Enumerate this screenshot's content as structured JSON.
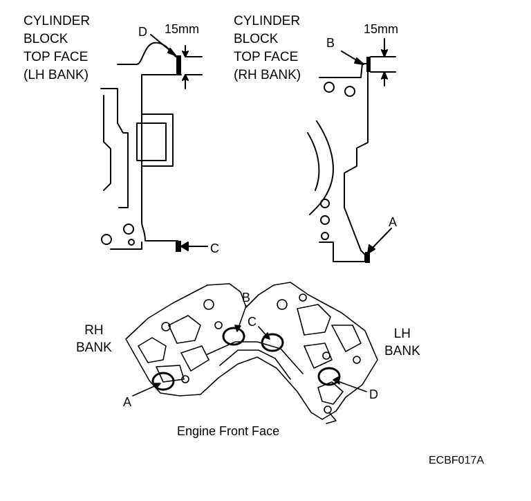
{
  "left_panel": {
    "title": "CYLINDER\nBLOCK\nTOP FACE\n(LH BANK)",
    "dim_label": "15mm",
    "point_d": "D",
    "point_c": "C"
  },
  "right_panel": {
    "title": "CYLINDER\nBLOCK\nTOP FACE\n(RH BANK)",
    "dim_label": "15mm",
    "point_b": "B",
    "point_a": "A"
  },
  "engine_view": {
    "rh_bank": "RH\nBANK",
    "lh_bank": "LH\nBANK",
    "point_a": "A",
    "point_b": "B",
    "point_c": "C",
    "point_d": "D",
    "caption": "Engine Front Face"
  },
  "figure_code": "ECBF017A"
}
